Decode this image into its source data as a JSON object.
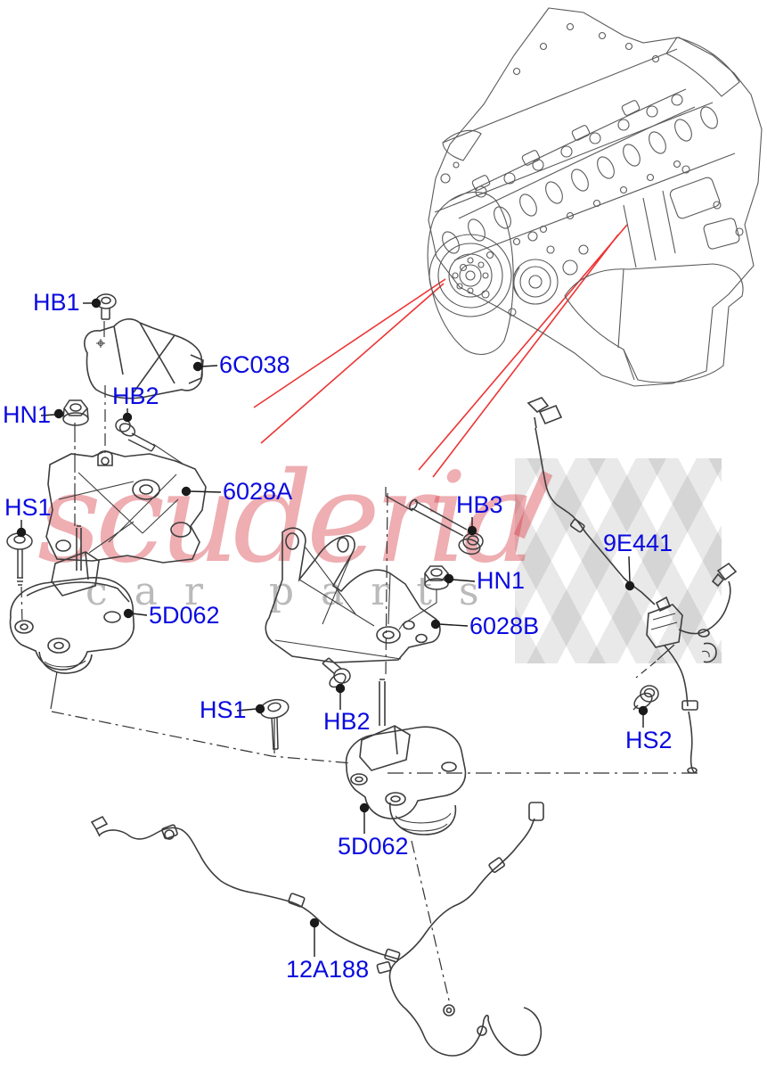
{
  "watermark": {
    "brand": "scuderia",
    "tagline": "car parts",
    "brand_color": "rgba(214,62,72,0.42)",
    "tagline_color": "rgba(130,130,130,0.55)"
  },
  "diagram": {
    "label_color": "#0a0ae0",
    "line_color": "#3d3d3d",
    "engine_line_color": "#5a5a5a",
    "red_line_color": "#ee3434",
    "labels": [
      {
        "id": "hb1",
        "text": "HB1"
      },
      {
        "id": "6c038",
        "text": "6C038"
      },
      {
        "id": "hn1-a",
        "text": "HN1"
      },
      {
        "id": "hb2-a",
        "text": "HB2"
      },
      {
        "id": "6028a",
        "text": "6028A"
      },
      {
        "id": "hs1-a",
        "text": "HS1"
      },
      {
        "id": "5d062-a",
        "text": "5D062"
      },
      {
        "id": "hb3",
        "text": "HB3"
      },
      {
        "id": "hn1-b",
        "text": "HN1"
      },
      {
        "id": "6028b",
        "text": "6028B"
      },
      {
        "id": "hs1-b",
        "text": "HS1"
      },
      {
        "id": "hb2-b",
        "text": "HB2"
      },
      {
        "id": "5d062-b",
        "text": "5D062"
      },
      {
        "id": "9e441",
        "text": "9E441"
      },
      {
        "id": "hs2",
        "text": "HS2"
      },
      {
        "id": "12a188",
        "text": "12A188"
      }
    ]
  }
}
